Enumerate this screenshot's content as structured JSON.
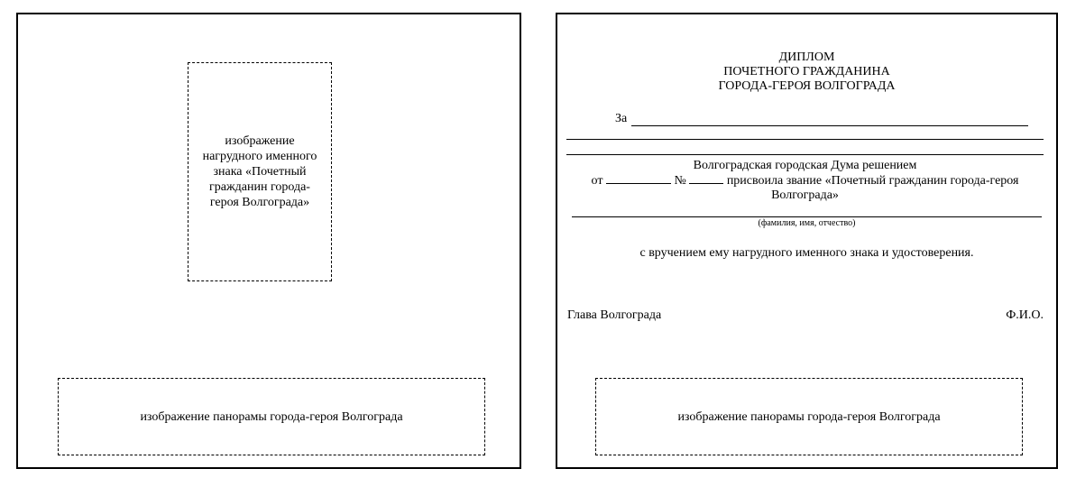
{
  "left_page": {
    "badge_placeholder": "изображение нагрудного именного знака «Почетный гражданин города-героя Волгограда»",
    "panorama_placeholder": "изображение панорамы города-героя Волгограда"
  },
  "right_page": {
    "title_lines": [
      "ДИПЛОМ",
      "ПОЧЕТНОГО ГРАЖДАНИНА",
      "ГОРОДА-ГЕРОЯ ВОЛГОГРАДА"
    ],
    "for_label": "За",
    "decision_line1": "Волгоградская городская Дума решением",
    "decision_from": "от",
    "decision_number": "№",
    "decision_rest": "присвоила звание «Почетный гражданин города-героя",
    "decision_line3": "Волгограда»",
    "name_caption": "(фамилия, имя, отчество)",
    "award_text": "с вручением ему нагрудного именного знака и удостоверения.",
    "signature_title": "Глава Волгограда",
    "signature_name": "Ф.И.О.",
    "panorama_placeholder": "изображение панорамы города-героя Волгограда"
  }
}
